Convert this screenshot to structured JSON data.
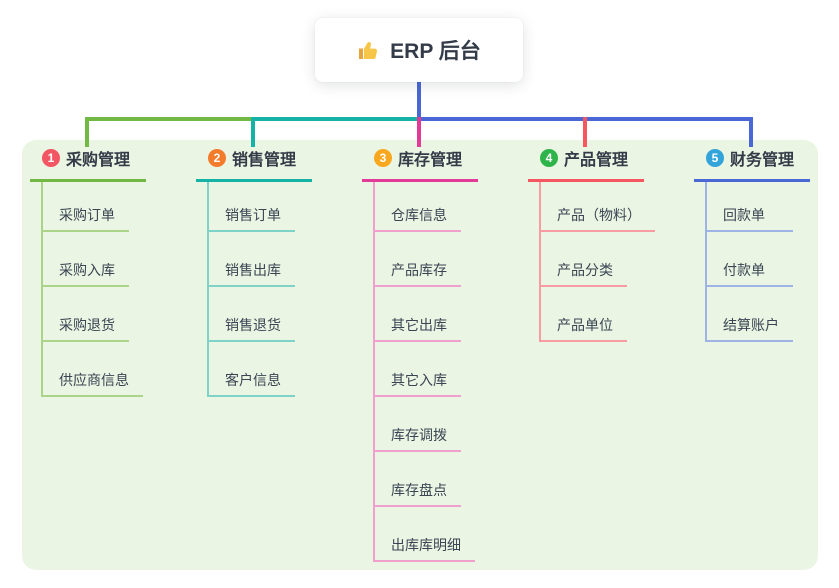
{
  "root": {
    "title": "ERP 后台",
    "icon": "thumbs-up-icon"
  },
  "colors": {
    "green": "#72b944",
    "teal": "#14b3a6",
    "magenta": "#e23a97",
    "red": "#f5565f",
    "blue": "#4a68d5",
    "panel_bg": "#eaf6e3"
  },
  "branches": [
    {
      "num": "1",
      "title": "采购管理",
      "badge_color": "#f25663",
      "line_color": "#72b944",
      "child_line_color": "#abd489",
      "children": [
        "采购订单",
        "采购入库",
        "采购退货",
        "供应商信息"
      ]
    },
    {
      "num": "2",
      "title": "销售管理",
      "badge_color": "#f47b2c",
      "line_color": "#14b3a6",
      "child_line_color": "#7fd2c7",
      "children": [
        "销售订单",
        "销售出库",
        "销售退货",
        "客户信息"
      ]
    },
    {
      "num": "3",
      "title": "库存管理",
      "badge_color": "#f9a71f",
      "line_color": "#e23a97",
      "child_line_color": "#f19fce",
      "children": [
        "仓库信息",
        "产品库存",
        "其它出库",
        "其它入库",
        "库存调拨",
        "库存盘点",
        "出库库明细"
      ]
    },
    {
      "num": "4",
      "title": "产品管理",
      "badge_color": "#2fb44b",
      "line_color": "#f5565f",
      "child_line_color": "#f89ba3",
      "children": [
        "产品（物料）",
        "产品分类",
        "产品单位"
      ]
    },
    {
      "num": "5",
      "title": "财务管理",
      "badge_color": "#33a4da",
      "line_color": "#4a68d5",
      "child_line_color": "#9fb4e6",
      "children": [
        "回款单",
        "付款单",
        "结算账户"
      ]
    }
  ]
}
